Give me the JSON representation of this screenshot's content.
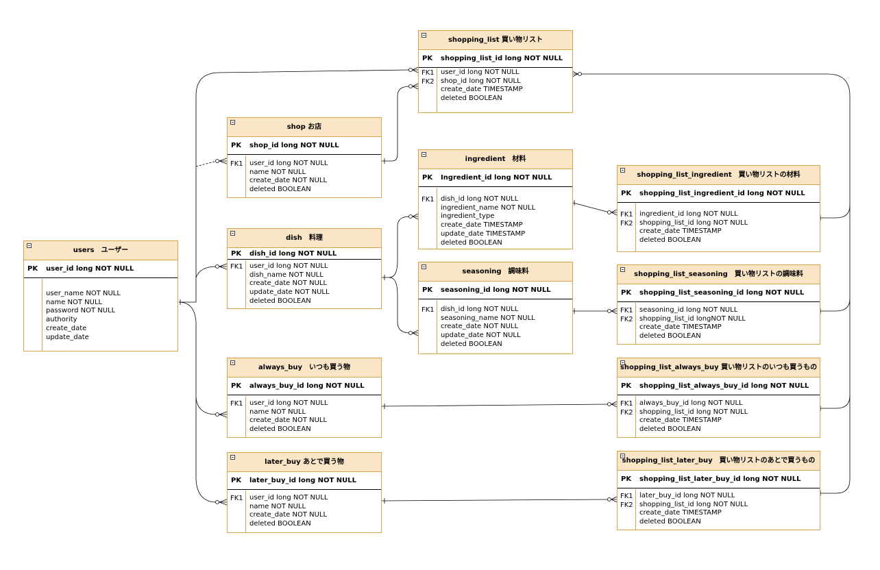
{
  "diagram": {
    "colors": {
      "header_fill": "#fae5c7",
      "border": "#d6a34c",
      "connector": "#000000"
    },
    "entities": {
      "users": {
        "title": "users　ユーザー",
        "pk_label": "PK",
        "pk_field": "user_id long NOT NULL",
        "attributes": [
          "user_name  NOT NULL",
          "name NOT NULL",
          "password NOT NULL",
          "authority",
          "create_date",
          "update_date"
        ]
      },
      "shopping_list": {
        "title": "shopping_list 買い物リスト",
        "pk_label": "PK",
        "pk_field": "shopping_list_id long NOT NULL",
        "fk_labels": [
          "FK1",
          "FK2"
        ],
        "attributes": [
          "user_id  long NOT NULL",
          "shop_id long NOT NULL",
          "create_date TIMESTAMP",
          "deleted BOOLEAN"
        ]
      },
      "shop": {
        "title": "shop お店",
        "pk_label": "PK",
        "pk_field": "shop_id long NOT NULL",
        "fk_labels": [
          "FK1"
        ],
        "attributes": [
          "user_id long NOT NULL",
          "name NOT NULL",
          "create_date NOT NULL",
          "deleted BOOLEAN"
        ]
      },
      "ingredient": {
        "title": "ingredient　材料",
        "pk_label": "PK",
        "pk_field": "Ingredient_id long NOT NULL",
        "fk_labels": [
          "FK1"
        ],
        "attributes": [
          "dish_id long NOT NULL",
          "ingredient_name NOT NULL",
          "ingredient_type",
          "create_date TIMESTAMP",
          "update_date TIMESTAMP",
          "deleted BOOLEAN"
        ]
      },
      "shopping_list_ingredient": {
        "title": "shopping_list_ingredient　買い物リストの材料",
        "pk_label": "PK",
        "pk_field": "shopping_list_ingredient_id long NOT NULL",
        "fk_labels": [
          "FK1",
          "FK2"
        ],
        "attributes": [
          "ingredient_id long NOT NULL",
          "shopping_list_id long NOT NULL",
          "create_date TIMESTAMP",
          "deleted BOOLEAN"
        ]
      },
      "dish": {
        "title": "dish　料理",
        "pk_label": "PK",
        "pk_field": "dish_id long NOT NULL",
        "fk_labels": [
          "FK1"
        ],
        "attributes": [
          "user_id long NOT NULL",
          "dish_name NOT NULL",
          "create_date NOT NULL",
          "update_date NOT NULL",
          "deleted BOOLEAN"
        ]
      },
      "seasoning": {
        "title": "seasoning　調味料",
        "pk_label": "PK",
        "pk_field": "seasoning_id long NOT NULL",
        "fk_labels": [
          "FK1"
        ],
        "attributes": [
          "dish_id long NOT NULL",
          "seasoning_name NOT NULL",
          "create_date NOT NULL",
          "update_date NOT NULL",
          "deleted BOOLEAN"
        ]
      },
      "shopping_list_seasoning": {
        "title": "shopping_list_seasoning　買い物リストの調味料",
        "pk_label": "PK",
        "pk_field": "shopping_list_seasoning_id long NOT NULL",
        "fk_labels": [
          "FK1",
          "FK2"
        ],
        "attributes": [
          "seasoning_id long NOT NULL",
          "shopping_list_id longNOT NULL",
          "create_date TIMESTAMP",
          "deleted BOOLEAN"
        ]
      },
      "always_buy": {
        "title": "always_buy　いつも買う物",
        "pk_label": "PK",
        "pk_field": "always_buy_id long NOT NULL",
        "fk_labels": [
          "FK1"
        ],
        "attributes": [
          "user_id long NOT NULL",
          "name NOT NULL",
          "create_date NOT NULL",
          "deleted BOOLEAN"
        ]
      },
      "shopping_list_always_buy": {
        "title": "shopping_list_always_buy 買い物リストのいつも買うもの",
        "pk_label": "PK",
        "pk_field": "shopping_list_always_buy_id long NOT NULL",
        "fk_labels": [
          "FK1",
          "FK2"
        ],
        "attributes": [
          "always_buy_id long NOT NULL",
          "shopping_list_id long NOT NULL",
          "create_date TIMESTAMP",
          "deleted BOOLEAN"
        ]
      },
      "later_buy": {
        "title": "later_buy あとで買う物",
        "pk_label": "PK",
        "pk_field": "later_buy_id long NOT NULL",
        "fk_labels": [
          "FK1"
        ],
        "attributes": [
          "user_id long NOT NULL",
          "name NOT NULL",
          "create_date NOT NULL",
          "deleted BOOLEAN"
        ]
      },
      "shopping_list_later_buy": {
        "title": "shopping_list_later_buy　買い物リストのあとで買うもの",
        "pk_label": "PK",
        "pk_field": "shopping_list_later_buy_id long NOT NULL",
        "fk_labels": [
          "FK1",
          "FK2"
        ],
        "attributes": [
          "later_buy_id long NOT NULL",
          "shopping_list_id long NOT NULL",
          "create_date TIMESTAMP",
          "deleted BOOLEAN"
        ]
      }
    },
    "relationships": [
      {
        "from": "users",
        "to": "shopping_list",
        "from_end": "one",
        "to_end": "zero-or-many"
      },
      {
        "from": "users",
        "to": "shop",
        "from_end": "one",
        "to_end": "zero-or-many"
      },
      {
        "from": "users",
        "to": "dish",
        "from_end": "one",
        "to_end": "zero-or-many"
      },
      {
        "from": "users",
        "to": "always_buy",
        "from_end": "one",
        "to_end": "zero-or-many"
      },
      {
        "from": "users",
        "to": "later_buy",
        "from_end": "one",
        "to_end": "zero-or-many"
      },
      {
        "from": "shop",
        "to": "shopping_list",
        "from_end": "one",
        "to_end": "zero-or-many"
      },
      {
        "from": "dish",
        "to": "ingredient",
        "from_end": "one",
        "to_end": "zero-or-many"
      },
      {
        "from": "dish",
        "to": "seasoning",
        "from_end": "one",
        "to_end": "zero-or-many"
      },
      {
        "from": "ingredient",
        "to": "shopping_list_ingredient",
        "from_end": "one",
        "to_end": "zero-or-many"
      },
      {
        "from": "seasoning",
        "to": "shopping_list_seasoning",
        "from_end": "one",
        "to_end": "zero-or-many"
      },
      {
        "from": "always_buy",
        "to": "shopping_list_always_buy",
        "from_end": "one",
        "to_end": "zero-or-many"
      },
      {
        "from": "later_buy",
        "to": "shopping_list_later_buy",
        "from_end": "one",
        "to_end": "zero-or-many"
      },
      {
        "from": "shopping_list",
        "to": "shopping_list_ingredient",
        "from_end": "zero-or-many",
        "to_end": "one"
      },
      {
        "from": "shopping_list",
        "to": "shopping_list_seasoning",
        "from_end": "zero-or-many",
        "to_end": "one"
      },
      {
        "from": "shopping_list",
        "to": "shopping_list_always_buy",
        "from_end": "zero-or-many",
        "to_end": "one"
      },
      {
        "from": "shopping_list",
        "to": "shopping_list_later_buy",
        "from_end": "zero-or-many",
        "to_end": "one"
      }
    ]
  }
}
